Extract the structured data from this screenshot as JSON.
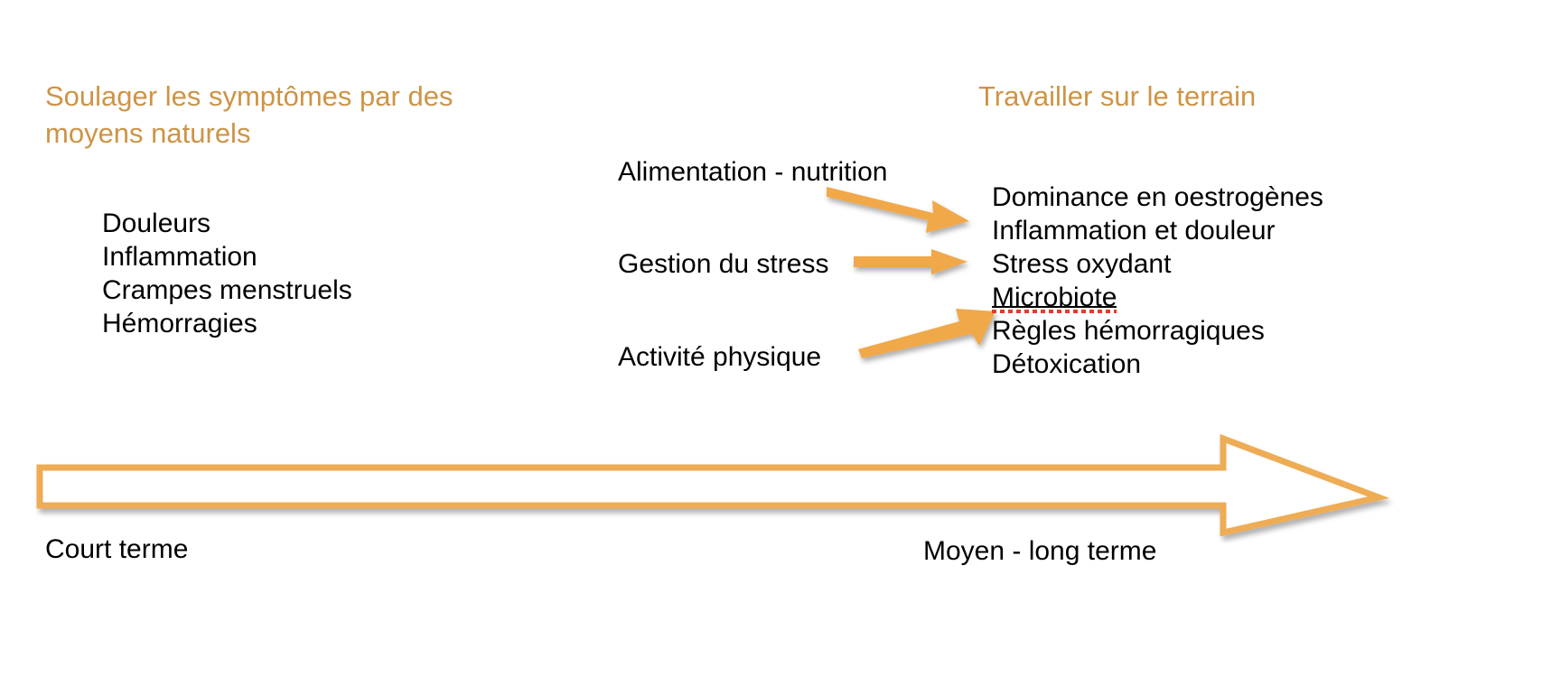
{
  "slide": {
    "background_color": "#ffffff",
    "accent_color": "#cd9446",
    "text_color": "#000000",
    "spellcheck_underline_color": "#e8392a"
  },
  "headings": {
    "left": "Soulager les symptômes par des moyens naturels",
    "right": "Travailler sur le terrain"
  },
  "symptoms": {
    "items": [
      "Douleurs",
      "Inflammation",
      "Crampes menstruels",
      "Hémorragies"
    ]
  },
  "levers": {
    "items": [
      "Alimentation - nutrition",
      "Gestion du stress",
      "Activité physique"
    ]
  },
  "outcomes": {
    "items": [
      "Dominance en oestrogènes",
      "Inflammation et douleur",
      "Stress oxydant",
      "Microbiote",
      "Règles hémorragiques",
      "Détoxication"
    ],
    "misspelled_item": "Microbiote"
  },
  "timeline": {
    "start_label": "Court terme",
    "end_label": "Moyen - long terme"
  },
  "icons": {
    "lever_arrow": "arrow-right-icon",
    "timeline_arrow": "long-arrow-right-icon"
  }
}
